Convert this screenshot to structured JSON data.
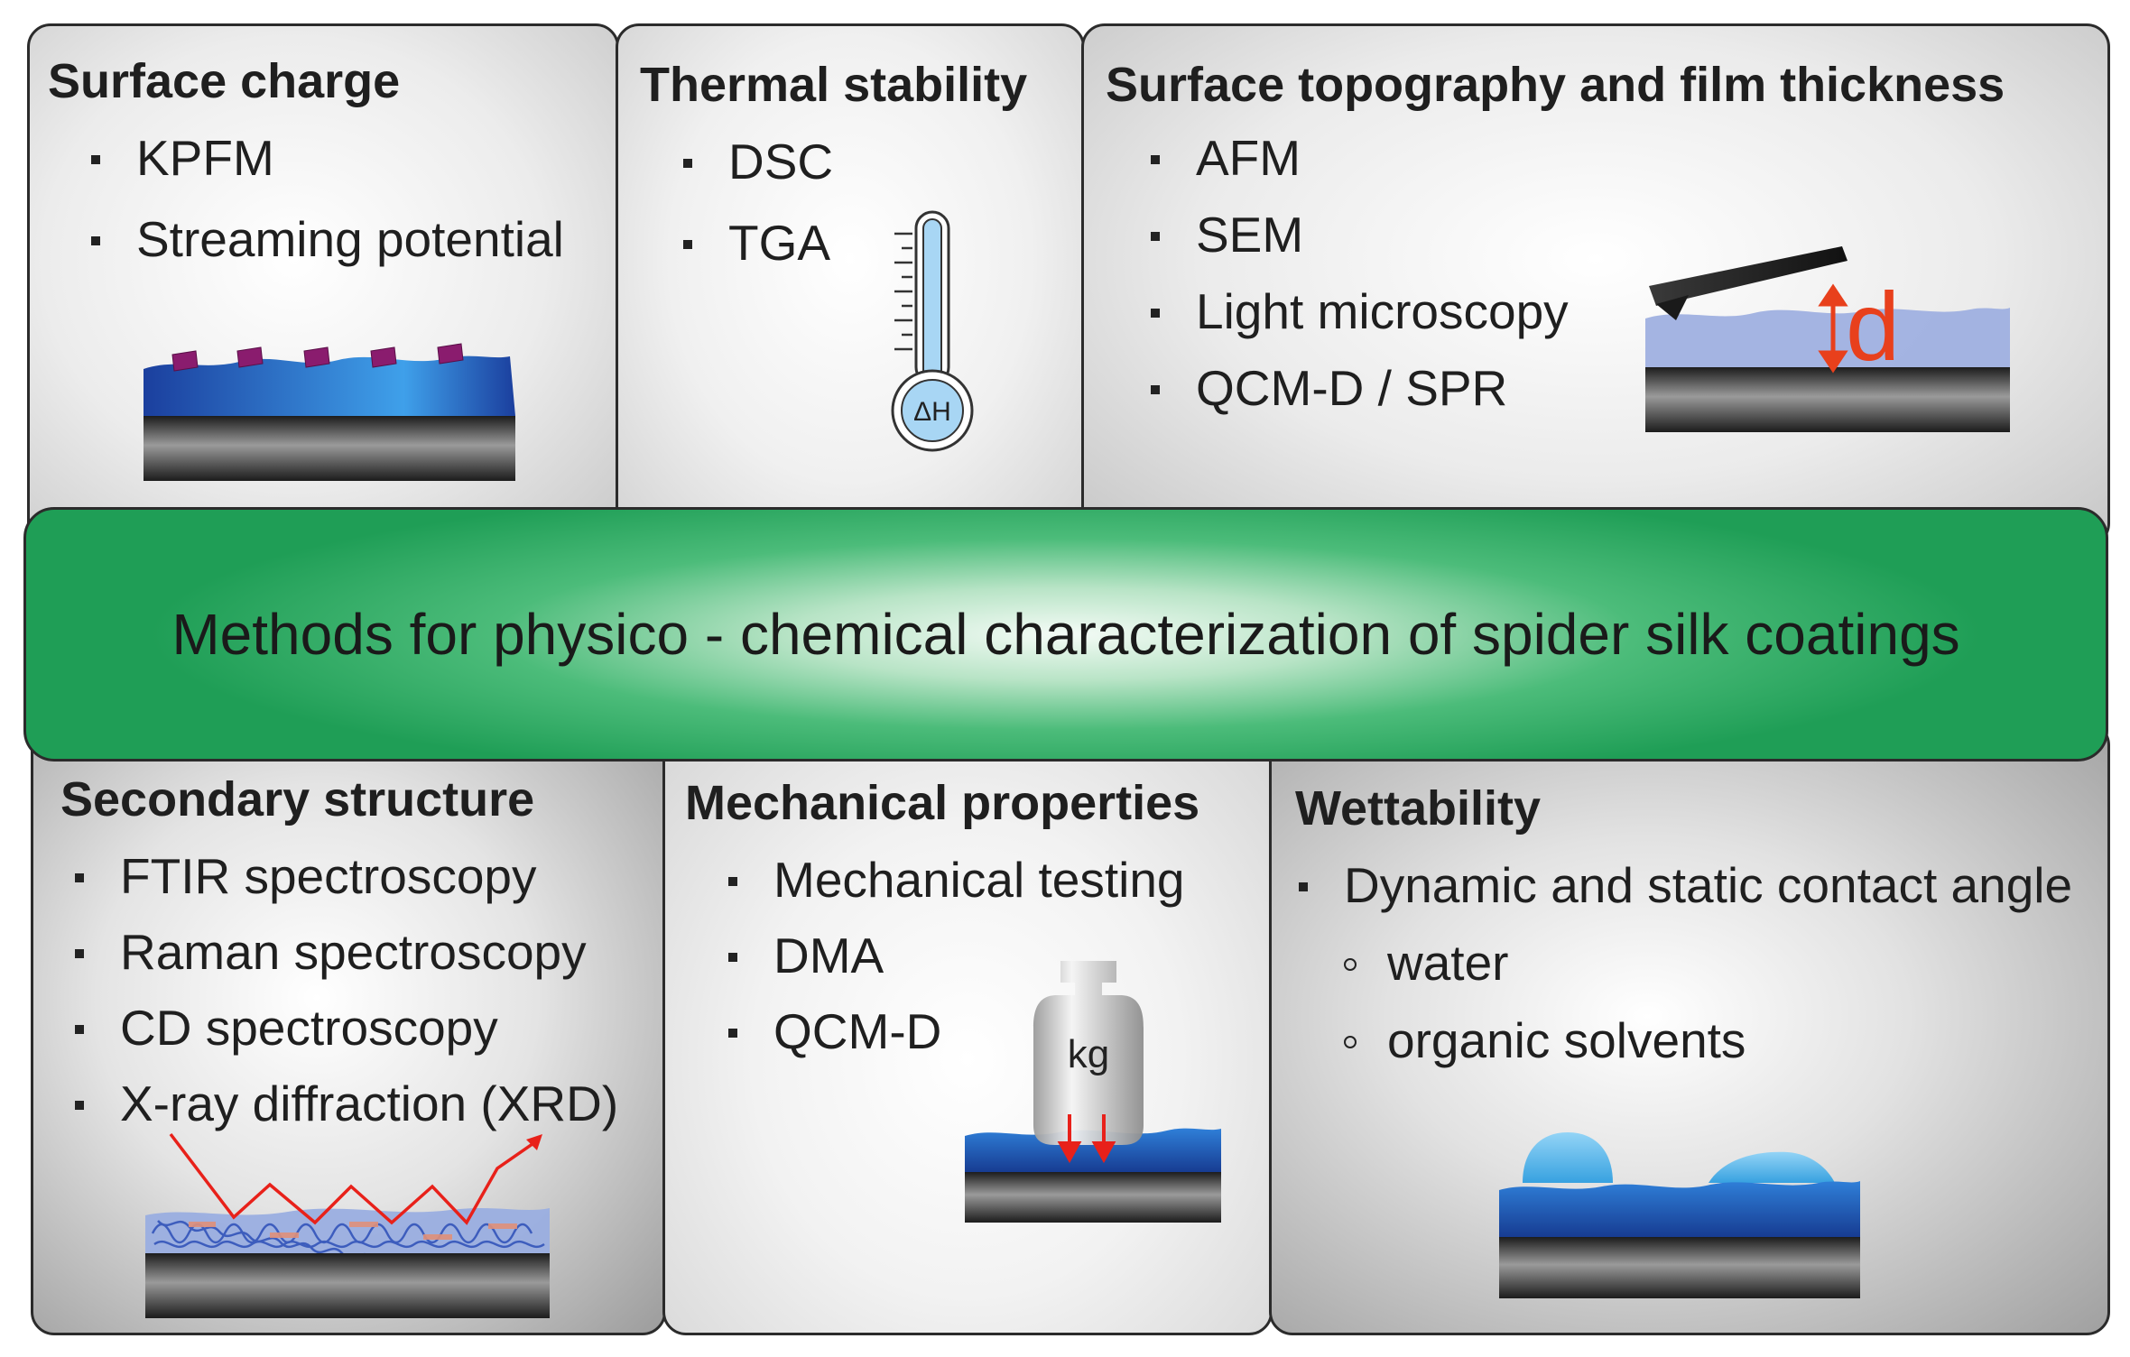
{
  "panels": {
    "surface_charge": {
      "title": "Surface charge",
      "items": [
        "KPFM",
        "Streaming potential"
      ]
    },
    "thermal_stability": {
      "title": "Thermal stability",
      "items": [
        "DSC",
        "TGA"
      ],
      "thermometer_label": "ΔH"
    },
    "topography": {
      "title": "Surface topography and film thickness",
      "items": [
        "AFM",
        "SEM",
        "Light microscopy",
        "QCM-D / SPR"
      ],
      "thickness_label": "d"
    },
    "secondary_structure": {
      "title": "Secondary structure",
      "items": [
        "FTIR spectroscopy",
        "Raman spectroscopy",
        "CD spectroscopy",
        "X-ray diffraction (XRD)"
      ]
    },
    "mechanical": {
      "title": "Mechanical properties",
      "items": [
        "Mechanical testing",
        "DMA",
        "QCM-D"
      ],
      "weight_label": "kg"
    },
    "wettability": {
      "title": "Wettability",
      "items": [
        "Dynamic and static contact angle"
      ],
      "subitems": [
        "water",
        "organic solvents"
      ]
    }
  },
  "banner": {
    "text": "Methods for physico - chemical characterization of spider silk coatings"
  },
  "colors": {
    "banner_green": "#1f9e56",
    "coating_blue": "#2a5fc4",
    "arrow_red": "#e8211a",
    "thickness_red": "#e8401c",
    "substrate_dark": "#2a2a2a"
  }
}
